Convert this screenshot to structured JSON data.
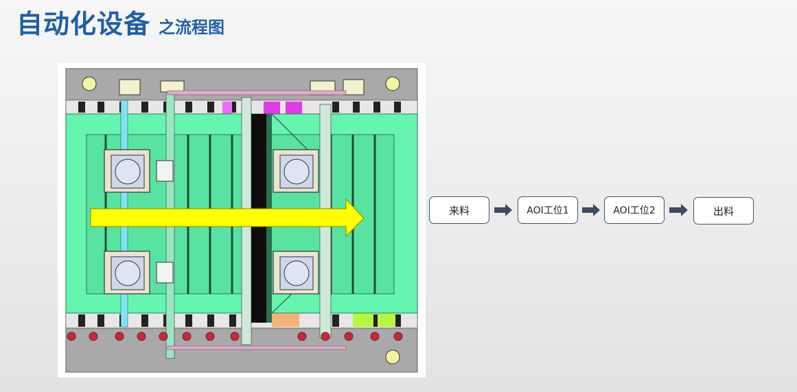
{
  "header": {
    "title_main": "自动化设备",
    "title_sub": "之流程图"
  },
  "flow": {
    "steps": [
      {
        "label": "来料"
      },
      {
        "label": "AOI工位1"
      },
      {
        "label": "AOI工位2"
      },
      {
        "label": "出料"
      }
    ]
  },
  "colors": {
    "title": "#1f5fa6",
    "conveyor_green": "#66f5b0",
    "process_arrow": "#ffff00",
    "step_border": "#43526a",
    "connector_arrow": "#3d4b63",
    "frame_gray": "#a8a8a8"
  }
}
